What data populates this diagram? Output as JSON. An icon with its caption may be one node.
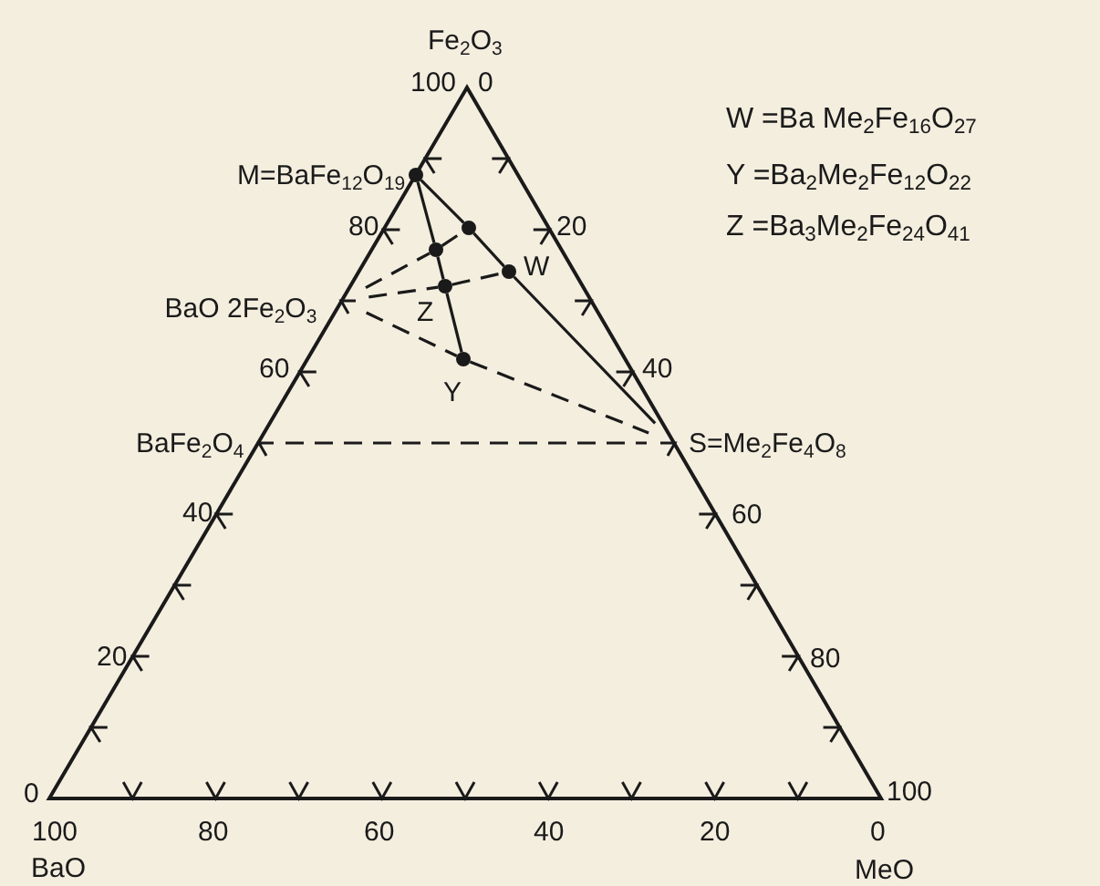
{
  "diagram": {
    "nodes": [
      {
        "text": [
          "M=BaFe$_{12}$O$_{19}$"
        ]
      },
      {
        "text": [
          "BaO 2Fe$_{2}$O$_{3}$"
        ]
      },
      {
        "text": [
          "BaFe$_{2}$O$_{4}$"
        ]
      },
      {
        "text": [
          "S=Me$_{2}$Fe$_{4}$O$_{8}$"
        ]
      },
      {
        "text": [
          "W"
        ]
      },
      {
        "text": [
          "Z"
        ]
      },
      {
        "text": [
          "Y"
        ]
      },
      {
        "text": [],
        "shape": "circle"
      },
      {
        "text": [],
        "shape": "circle"
      }
    ],
    "edges": [
      {
        "from": 0,
        "to": 7,
        "arrow": "none"
      },
      {
        "from": 7,
        "to": 4,
        "arrow": "none"
      },
      {
        "from": 4,
        "to": 3,
        "arrow": "none"
      },
      {
        "from": 0,
        "to": 8,
        "arrow": "none"
      },
      {
        "from": 8,
        "to": 5,
        "arrow": "none"
      },
      {
        "from": 5,
        "to": 6,
        "arrow": "none"
      },
      {
        "from": 1,
        "to": 8,
        "arrow": "none",
        "style": "dashed"
      },
      {
        "from": 8,
        "to": 7,
        "arrow": "none",
        "style": "dashed"
      },
      {
        "from": 1,
        "to": 5,
        "arrow": "none",
        "style": "dashed"
      },
      {
        "from": 5,
        "to": 4,
        "arrow": "none",
        "style": "dashed"
      },
      {
        "from": 1,
        "to": 6,
        "arrow": "none",
        "style": "dashed"
      },
      {
        "from": 6,
        "to": 3,
        "arrow": "none",
        "style": "dashed"
      },
      {
        "from": 2,
        "to": 3,
        "arrow": "none",
        "style": "dashed"
      }
    ],
    "labels": [
      "Fe$_{2}$O$_{3}$",
      "100",
      "0",
      "W =Ba Me$_{2}$Fe$_{16}$O$_{27}$",
      "Y =Ba$_{2}$Me$_{2}$Fe$_{12}$O$_{22}$",
      "80",
      "20",
      "Z =Ba$_{3}$Me$_{2}$Fe$_{24}$O$_{41}$",
      "60",
      "40",
      "40",
      "60",
      "20",
      "80",
      "0",
      "100",
      "100",
      "80",
      "60",
      "40",
      "20",
      "0",
      "BaO",
      "MeO"
    ]
  }
}
